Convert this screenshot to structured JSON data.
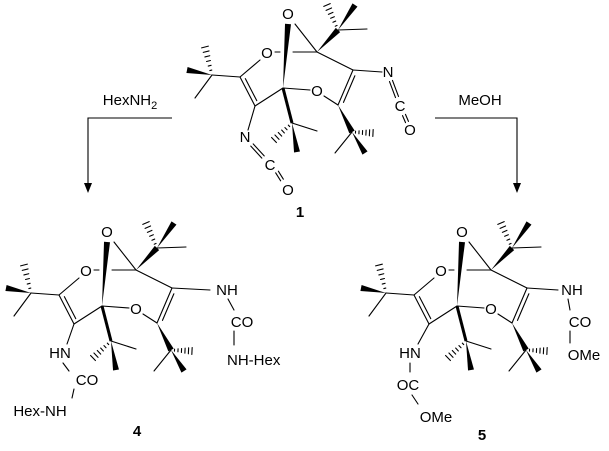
{
  "scheme": {
    "reagents": {
      "left": {
        "main": "HexNH",
        "subscript": "2"
      },
      "right": "MeOH"
    },
    "core_atoms": {
      "bridge_O": "O",
      "ring_O_left": "O",
      "ring_O_right": "O"
    },
    "compounds": [
      {
        "number": "1",
        "right_substituent": [
          "N",
          "C",
          "O"
        ],
        "left_substituent": [
          "N",
          "C",
          "O"
        ]
      },
      {
        "number": "4",
        "right_substituent": [
          "NH",
          "CO",
          "NH-Hex"
        ],
        "left_substituent": [
          "HN",
          "CO",
          "Hex-NH"
        ]
      },
      {
        "number": "5",
        "right_substituent": [
          "NH",
          "CO",
          "OMe"
        ],
        "left_substituent": [
          "HN",
          "OC",
          "OMe"
        ]
      }
    ]
  }
}
